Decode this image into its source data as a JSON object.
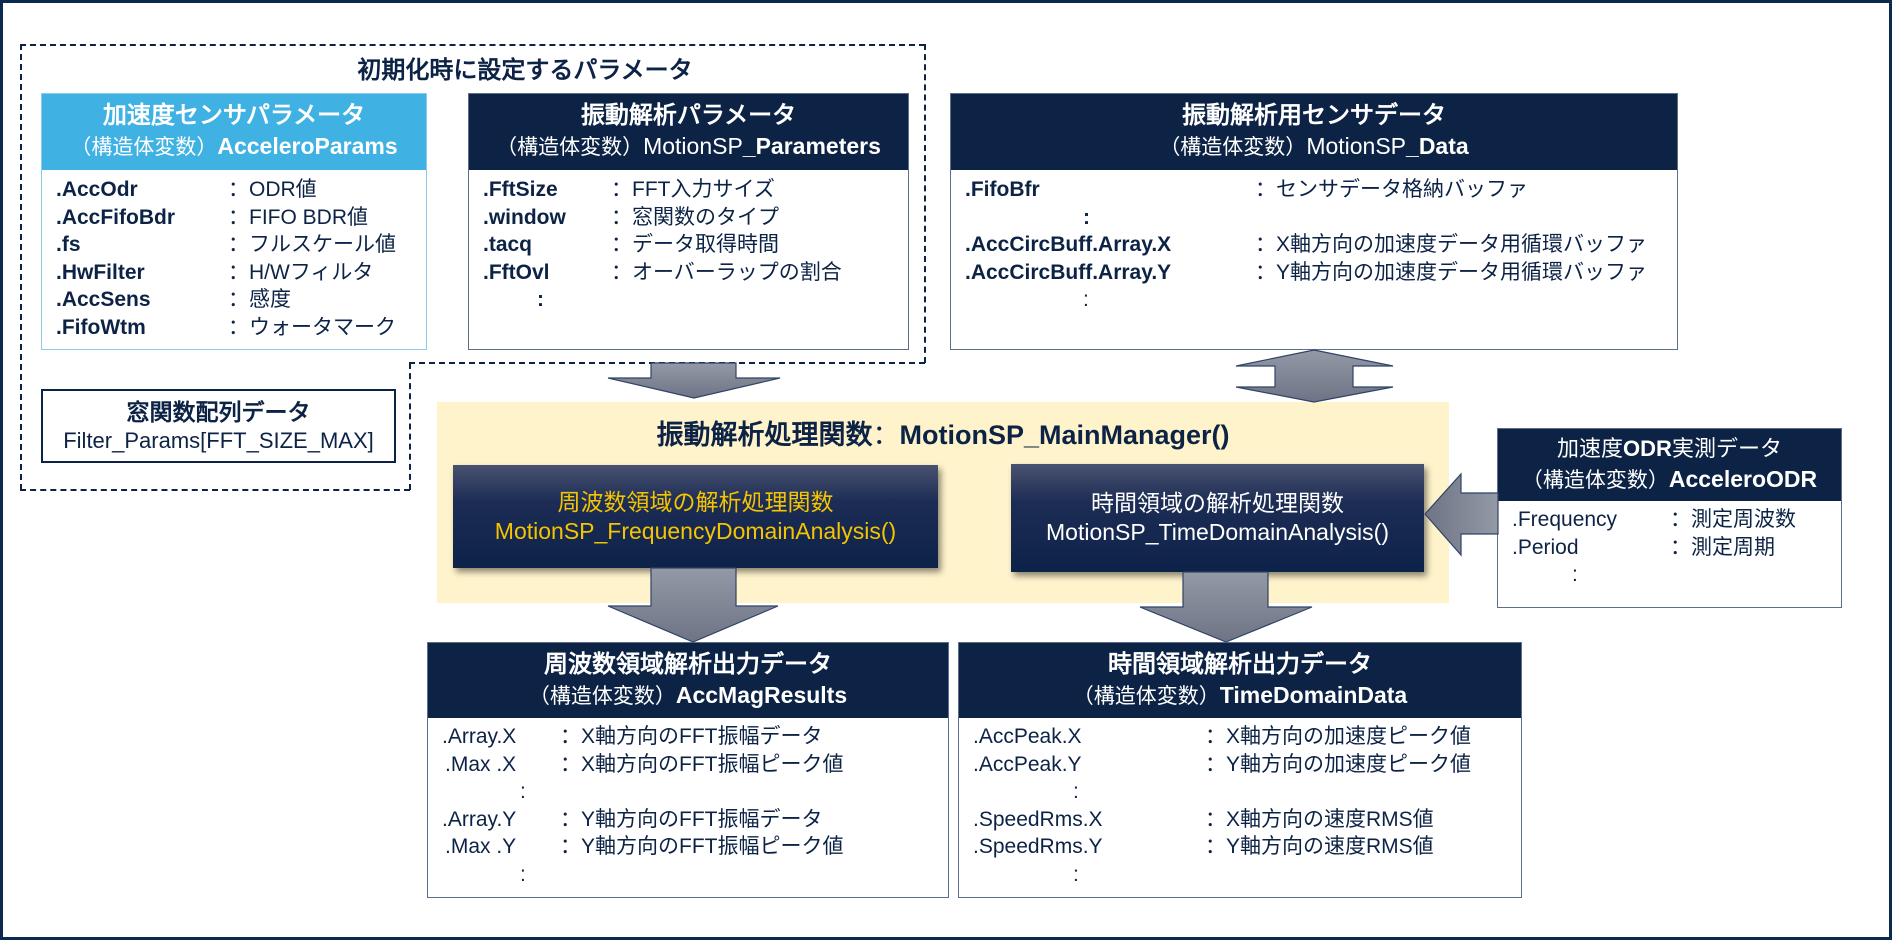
{
  "init_group": {
    "title": "初期化時に設定するパラメータ"
  },
  "accelero_params": {
    "title": "加速度センサパラメータ",
    "prefix": "（構造体変数）",
    "name": "AcceleroParams",
    "fields": [
      {
        "key": ".AccOdr",
        "desc": "：ODR値"
      },
      {
        "key": ".AccFifoBdr",
        "desc": "：FIFO BDR値"
      },
      {
        "key": ".fs",
        "desc": "：フルスケール値"
      },
      {
        "key": ".HwFilter",
        "desc": "：H/Wフィルタ"
      },
      {
        "key": ".AccSens",
        "desc": "：感度"
      },
      {
        "key": ".FifoWtm",
        "desc": "：ウォータマーク"
      }
    ]
  },
  "motionsp_parameters": {
    "title": "振動解析パラメータ",
    "prefix": "（構造体変数）",
    "name_plain": "MotionSP",
    "name_bold": "_Parameters",
    "fields": [
      {
        "key": ".FftSize",
        "desc": "：FFT入力サイズ"
      },
      {
        "key": ".window",
        "desc": "：窓関数のタイプ"
      },
      {
        "key": ".tacq",
        "desc": "：データ取得時間"
      },
      {
        "key": ".FftOvl",
        "desc": "：オーバーラップの割合"
      }
    ],
    "ellipsis": ":"
  },
  "motionsp_data": {
    "title": "振動解析用センサデータ",
    "prefix": "（構造体変数）",
    "name_plain": "MotionSP",
    "name_bold": "_Data",
    "fields": [
      {
        "key": ".FifoBfr",
        "desc": "：センサデータ格納バッファ"
      },
      {
        "key": ".AccCircBuff.Array.X",
        "desc": "：X軸方向の加速度データ用循環バッファ"
      },
      {
        "key": ".AccCircBuff.Array.Y",
        "desc": "：Y軸方向の加速度データ用循環バッファ"
      }
    ],
    "ellipsis": ":"
  },
  "filter_params": {
    "title": "窓関数配列データ",
    "name": "Filter_Params[FFT_SIZE_MAX]"
  },
  "main_manager": {
    "label": "振動解析処理関数",
    "sep": "：",
    "func": "MotionSP_MainManager()"
  },
  "freq_func": {
    "title": "周波数領域の解析処理関数",
    "func": "MotionSP_FrequencyDomainAnalysis()"
  },
  "time_func": {
    "title": "時間領域の解析処理関数",
    "func": "MotionSP_TimeDomainAnalysis()"
  },
  "accelero_odr": {
    "title_a": "加速度",
    "title_b": "ODR",
    "title_c": "実測データ",
    "prefix": "（構造体変数）",
    "name": "AcceleroODR",
    "fields": [
      {
        "key": ".Frequency",
        "desc": "：測定周波数"
      },
      {
        "key": ".Period",
        "desc": "：測定周期"
      }
    ],
    "ellipsis": ":"
  },
  "acc_mag_results": {
    "title": "周波数領域解析出力データ",
    "prefix": "（構造体変数）",
    "name": "AccMagResults",
    "fields": [
      {
        "key": ".Array.X",
        "desc": "：X軸方向のFFT振幅データ"
      },
      {
        "key": ".Max .X",
        "desc": "：X軸方向のFFT振幅ピーク値"
      },
      {
        "key": ".Array.Y",
        "desc": "：Y軸方向のFFT振幅データ"
      },
      {
        "key": ".Max .Y",
        "desc": "：Y軸方向のFFT振幅ピーク値"
      }
    ],
    "ellipsis": ":"
  },
  "time_domain_data": {
    "title": "時間領域解析出力データ",
    "prefix": "（構造体変数）",
    "name": "TimeDomainData",
    "fields": [
      {
        "key": ".AccPeak.X",
        "desc": "：X軸方向の加速度ピーク値"
      },
      {
        "key": ".AccPeak.Y",
        "desc": "：Y軸方向の加速度ピーク値"
      },
      {
        "key": ".SpeedRms.X",
        "desc": "：X軸方向の速度RMS値"
      },
      {
        "key": ".SpeedRms.Y",
        "desc": "：Y軸方向の速度RMS値"
      }
    ],
    "ellipsis": ":"
  },
  "colors": {
    "navy": "#0d2346",
    "cyan_header": "#3fb1e3",
    "yellow_band": "#fff3cc",
    "gold_text": "#f5c400",
    "arrow_grey": "#8a8f9c"
  }
}
